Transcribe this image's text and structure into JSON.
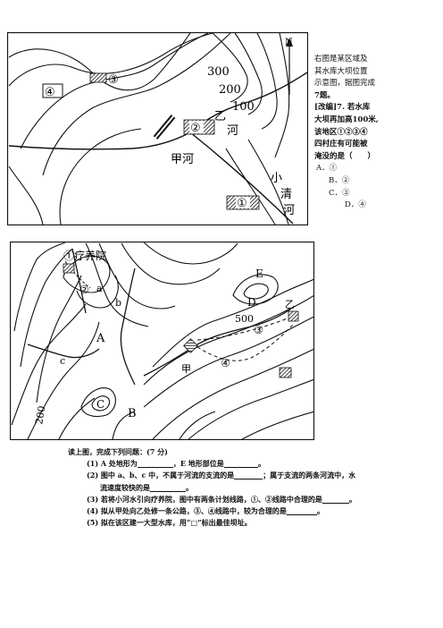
{
  "map1": {
    "contours": [
      "300",
      "200",
      "100"
    ],
    "north": "N",
    "villages": [
      "④",
      "③",
      "②",
      "①"
    ],
    "place_yi": "乙",
    "river_he": "河",
    "river_jiahe": "甲河",
    "river_xiaoqinghe": [
      "小",
      "清",
      "河"
    ]
  },
  "side_text": {
    "lines": [
      "右图是某区域及",
      "其水库大坝位置",
      "示意图，据图完成",
      "7题。",
      "[改编]7. 若水库",
      "大坝再加高100米,",
      "该地区①②③④",
      "四村庄有可能被",
      "淹没的是（　　）"
    ],
    "options": [
      "A．①",
      "B．②",
      "C．③",
      "D．④"
    ]
  },
  "map2": {
    "labels": {
      "sanatorium": "①疗养院",
      "two": "②",
      "a": "a",
      "b": "b",
      "A": "A",
      "c": "c",
      "C": "C",
      "B": "B",
      "D": "D",
      "E": "E",
      "c500": "500",
      "c200": "200",
      "three": "③",
      "four": "④",
      "jia": "甲",
      "yi": "乙"
    }
  },
  "questions": {
    "intro": "读上图，完成下列问题：(7 分)",
    "q1a": "(1)  A 处地形为",
    "q1b": "，E 地形部位是",
    "q1c": "。",
    "q2a": "(2)  图中 a、b、c 中，不属于河流的支流的是",
    "q2b": "；属于支流的两条河流中，水",
    "q2c": "流速度较快的是",
    "q2d": "。",
    "q3a": "(3)  若将小河水引向疗养院，图中有两条计划线路，①、②线路中合理的是",
    "q3b": "。",
    "q4a": "(4)  拟从甲处向乙处修一条公路，③、④线路中，较为合理的是",
    "q4b": "。",
    "q5": "(5)  拟在该区建一大型水库，用“□”标出最佳坝址。"
  }
}
